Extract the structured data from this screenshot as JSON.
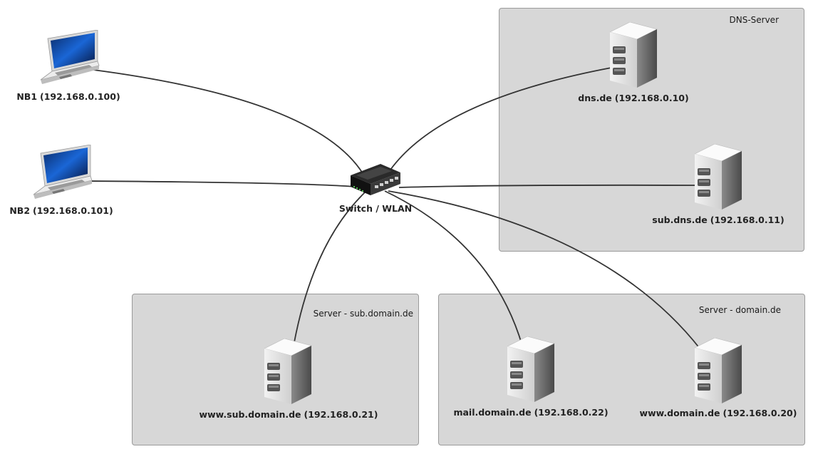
{
  "groups": {
    "dns": "DNS-Server",
    "sub_domain": "Server - sub.domain.de",
    "domain": "Server - domain.de"
  },
  "nodes": {
    "nb1": {
      "name": "NB1",
      "ip": "(192.168.0.100)"
    },
    "nb2": {
      "name": "NB2",
      "ip": "(192.168.0.101)"
    },
    "switch": {
      "name": "Switch / WLAN"
    },
    "dns": {
      "name": "dns.de",
      "ip": "(192.168.0.10)"
    },
    "sub_dns": {
      "name": "sub.dns.de",
      "ip": "(192.168.0.11)"
    },
    "www_sub": {
      "name": "www.sub.domain.de",
      "ip": "(192.168.0.21)"
    },
    "mail": {
      "name": "mail.domain.de",
      "ip": "(192.168.0.22)"
    },
    "www": {
      "name": "www.domain.de",
      "ip": "(192.168.0.20)"
    }
  },
  "colors": {
    "group_fill": "#d7d7d7",
    "link": "#333333"
  }
}
